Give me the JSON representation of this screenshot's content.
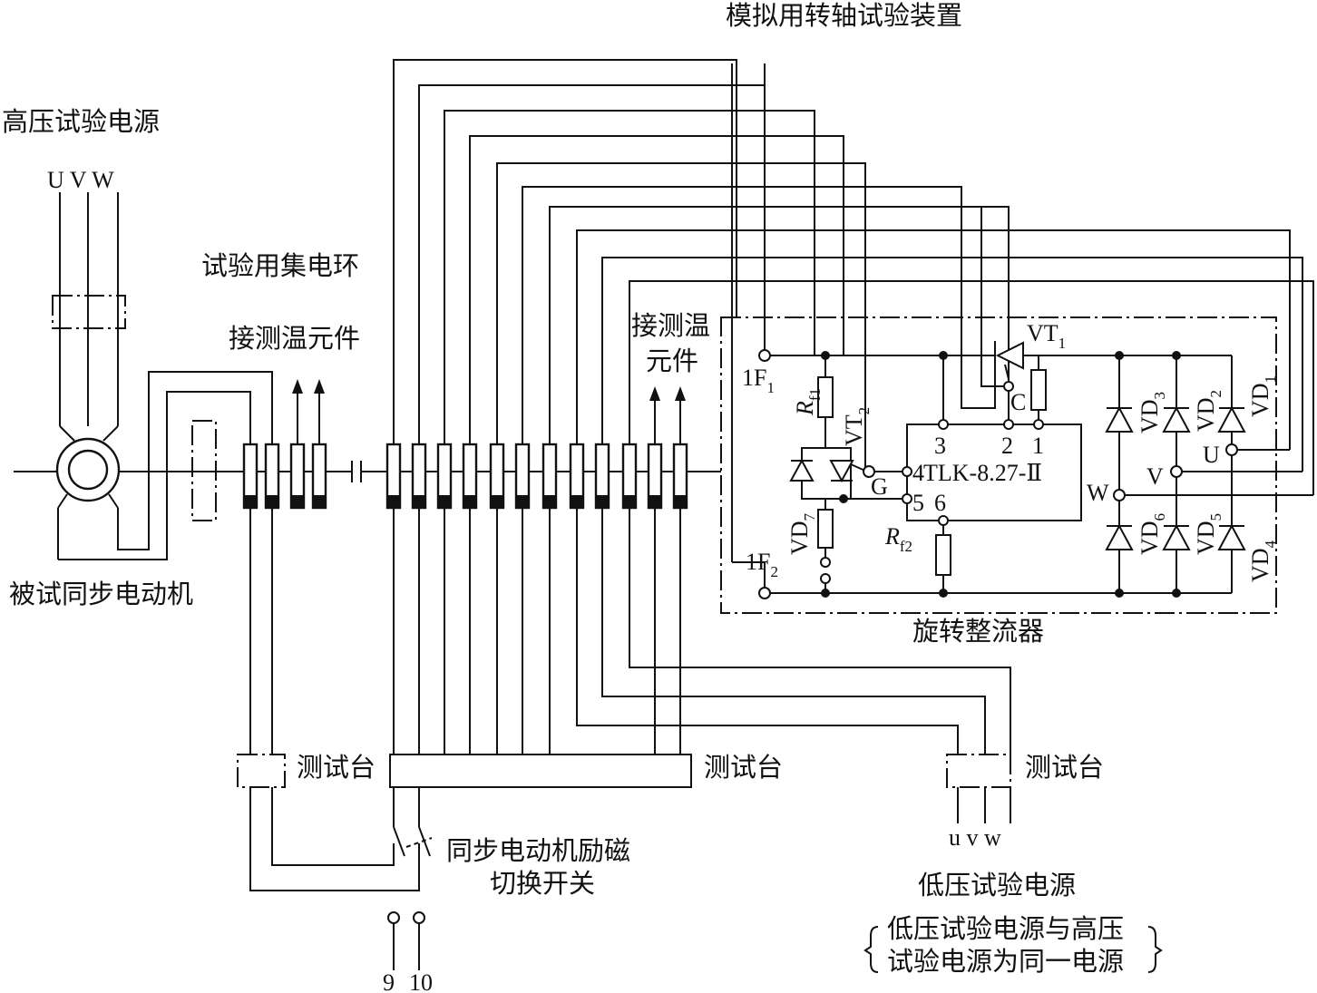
{
  "labels": {
    "title_shaft": "模拟用转轴试验装置",
    "hv_source": "高压试验电源",
    "hv_uvw": "U V W",
    "slip_ring": "试验用集电环",
    "temp_left": "接测温元件",
    "temp_right_1": "接测温",
    "temp_right_2": "元件",
    "motor": "被试同步电动机",
    "rectifier": "旋转整流器",
    "bench_1": "测试台",
    "bench_2": "测试台",
    "bench_3": "测试台",
    "switch_1": "同步电动机励磁",
    "switch_2": "切换开关",
    "lv_source": "低压试验电源",
    "lv_uvw": "u v w",
    "note_1": "低压试验电源与高压",
    "note_2": "试验电源为同一电源",
    "num_9": "9",
    "num_10": "10"
  },
  "components": {
    "module": "TLK-8.27-Ⅱ",
    "pin_3": "3",
    "pin_2": "2",
    "pin_1": "1",
    "pin_4": "4",
    "pin_5": "5",
    "pin_6": "6",
    "gate": "G",
    "cathode": "C",
    "vt1": "VT",
    "vt1_sub": "1",
    "vt2": "VT",
    "vt2_sub": "2",
    "rf1": "R",
    "rf1_sub": "f1",
    "rf2": "R",
    "rf2_sub": "f2",
    "f1": "1F",
    "f1_sub": "1",
    "f2": "1F",
    "f2_sub": "2",
    "vd1": "VD",
    "vd1_sub": "1",
    "vd2": "VD",
    "vd2_sub": "2",
    "vd3": "VD",
    "vd3_sub": "3",
    "vd4": "VD",
    "vd4_sub": "4",
    "vd5": "VD",
    "vd5_sub": "5",
    "vd6": "VD",
    "vd6_sub": "6",
    "vd7": "VD",
    "vd7_sub": "7",
    "ac_u": "U",
    "ac_v": "V",
    "ac_w": "W"
  }
}
